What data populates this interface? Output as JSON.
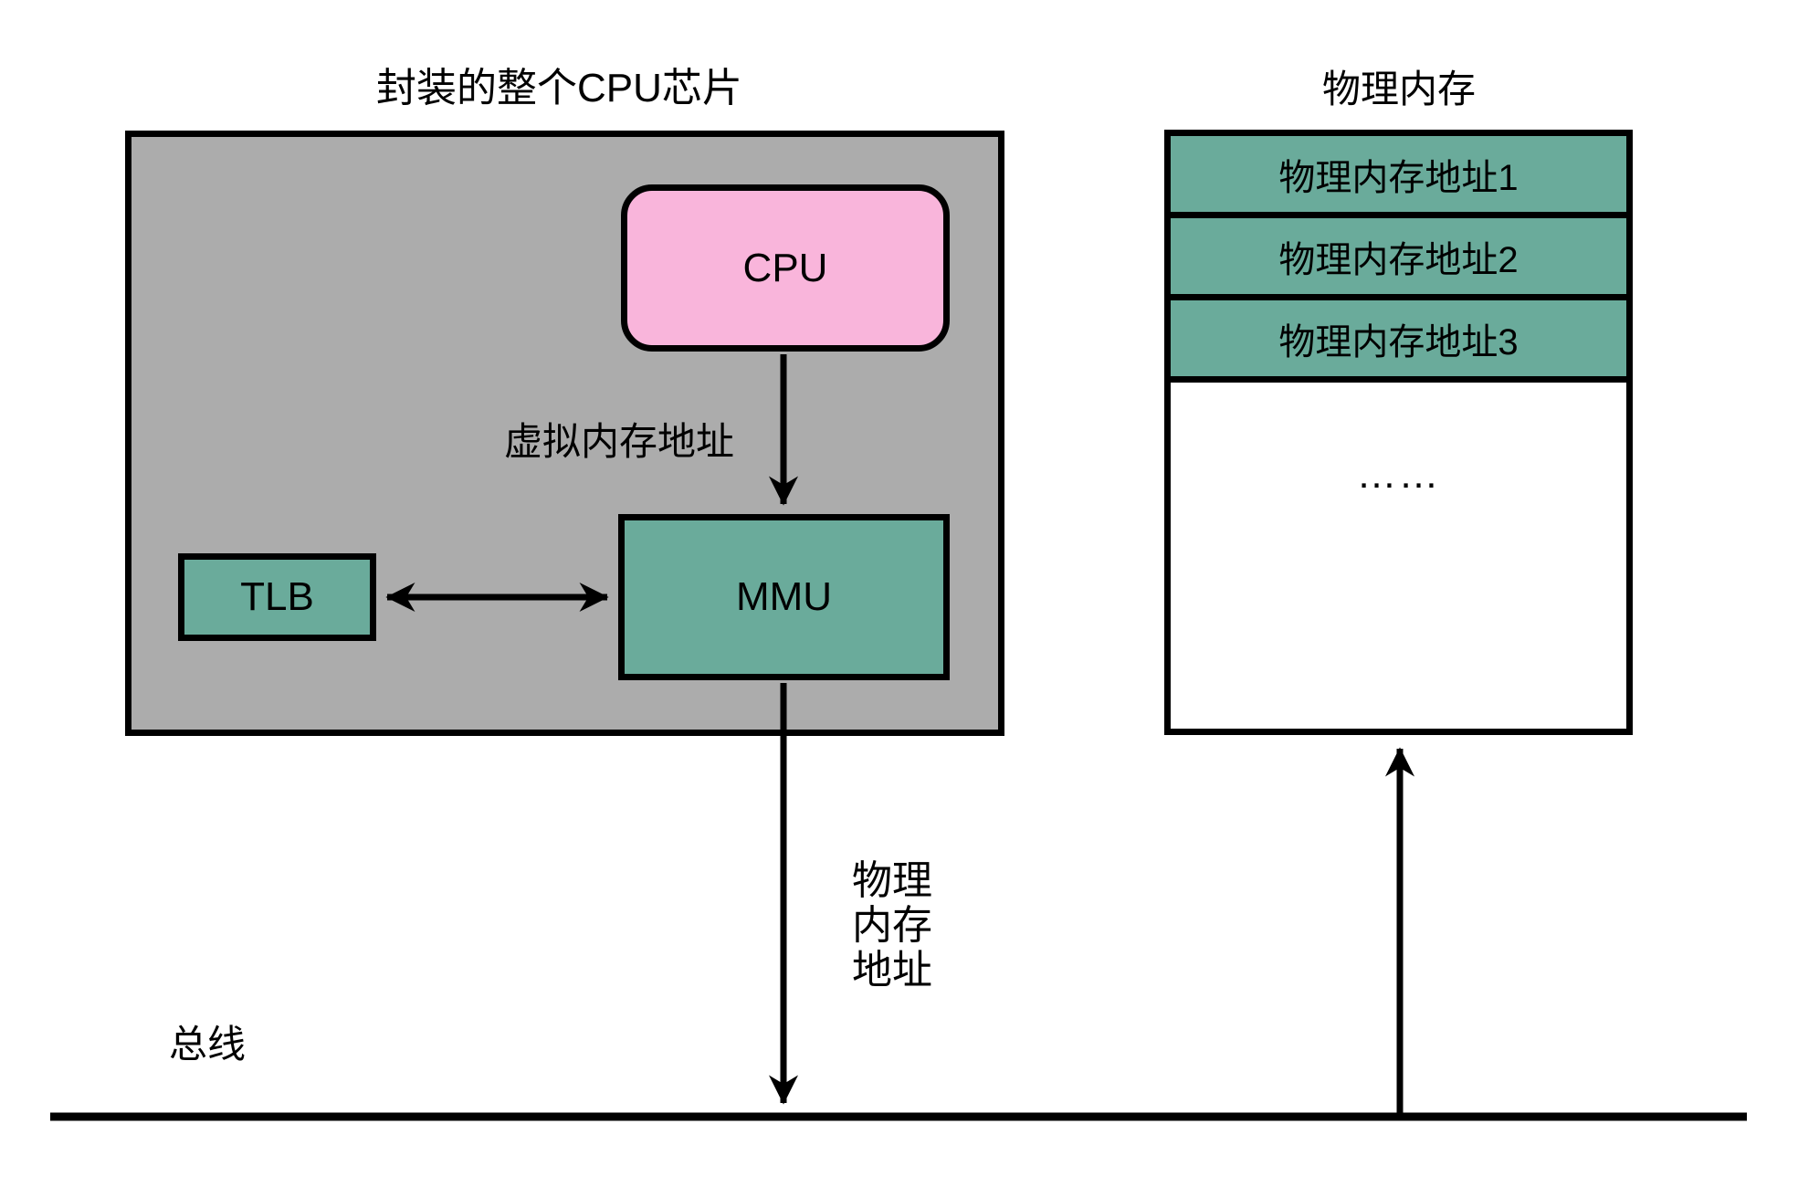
{
  "diagram": {
    "chip": {
      "title": "封装的整个CPU芯片",
      "cpu_label": "CPU",
      "mmu_label": "MMU",
      "tlb_label": "TLB",
      "virtual_address_label": "虚拟内存地址"
    },
    "memory": {
      "title": "物理内存",
      "rows": [
        "物理内存地址1",
        "物理内存地址2",
        "物理内存地址3"
      ],
      "ellipsis": "……"
    },
    "bus_label": "总线",
    "physical_address_label_lines": [
      "物理",
      "内存",
      "地址"
    ],
    "colors": {
      "chip_fill": "#acacac",
      "module_fill": "#6aab9b",
      "cpu_fill": "#f9b5db",
      "line": "#000000",
      "background": "#ffffff"
    }
  }
}
